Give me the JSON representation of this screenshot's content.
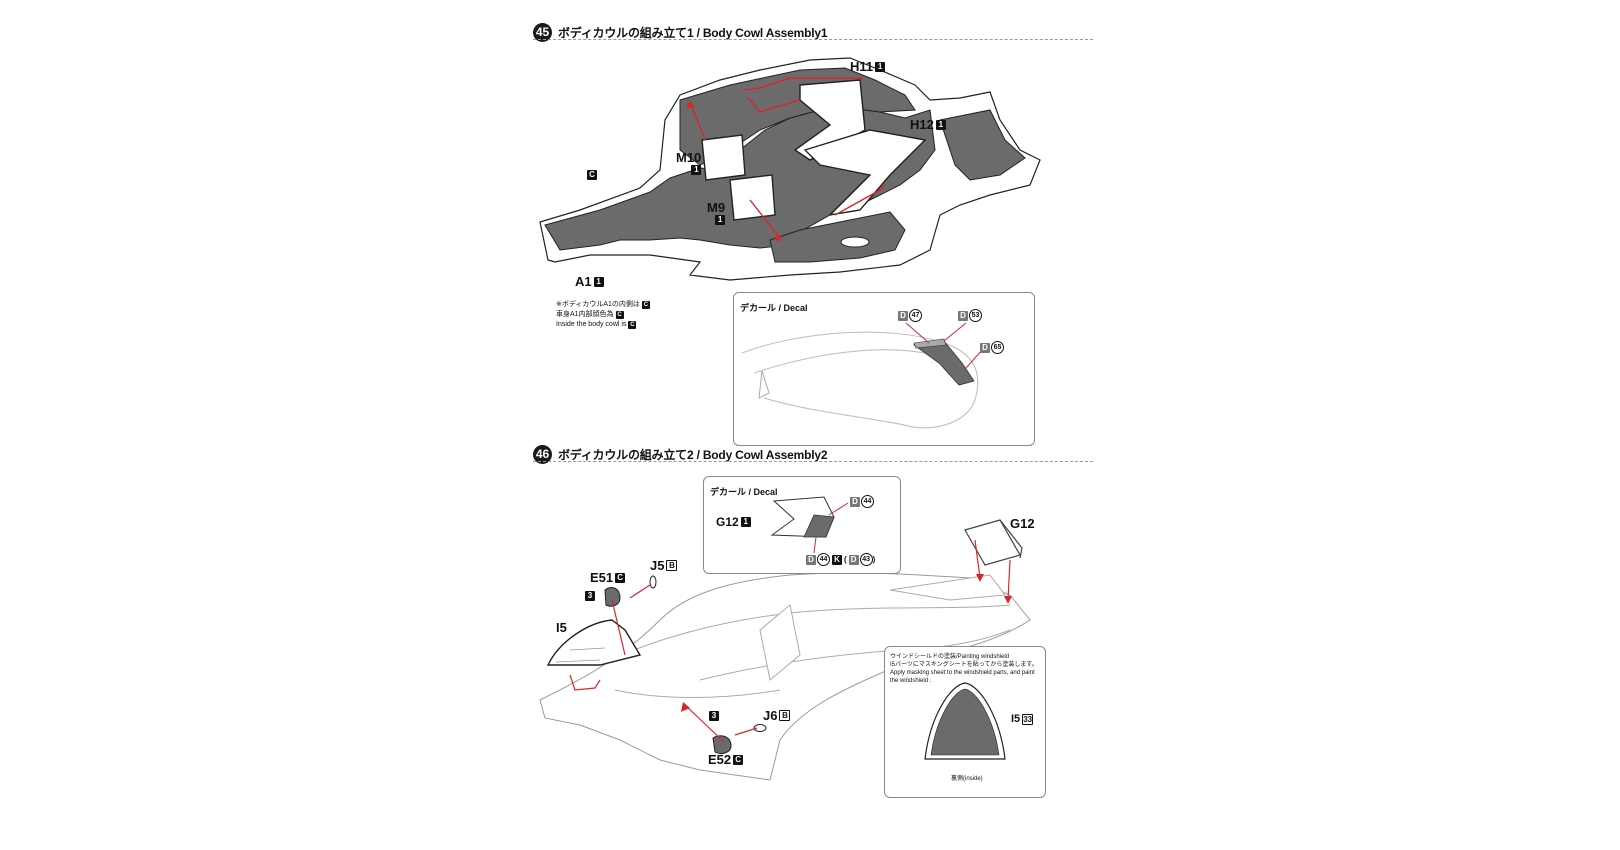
{
  "step45": {
    "number": "45",
    "title": "ボディカウルの組み立て1 / Body Cowl Assembly1",
    "parts": {
      "h11": "H11",
      "h11_tag": "1",
      "h12": "H12",
      "h12_tag": "1",
      "m10": "M10",
      "m10_tag": "1",
      "m9": "M9",
      "m9_tag": "1",
      "c": "C",
      "a1": "A1",
      "a1_tag": "1"
    },
    "note": [
      "※ボディカウルA1の内側は",
      "車身A1内部顔色為",
      "Inside the body cowl is"
    ],
    "note_tag": "C",
    "decal_box": {
      "title": "デカール / Decal",
      "d1": "D",
      "d1_num": "47",
      "d2": "D",
      "d2_num": "53",
      "d3": "D",
      "d3_num": "65"
    }
  },
  "step46": {
    "number": "46",
    "title": "ボディカウルの組み立て2 / Body Cowl Assembly2",
    "decal_box": {
      "title": "デカール / Decal",
      "g12": "G12",
      "g12_tag": "1",
      "d_top": "D",
      "d_top_num": "44",
      "d_bottom_a": "D",
      "d_bottom_a_num": "44",
      "d_bottom_k": "K",
      "d_bottom_b": "D",
      "d_bottom_b_num": "43"
    },
    "parts": {
      "g12": "G12",
      "j5": "J5",
      "j5_tag": "B",
      "e51": "E51",
      "e51_tag": "C",
      "e51_color": "3",
      "i5": "I5",
      "j6": "J6",
      "j6_tag": "B",
      "e52": "E52",
      "e52_tag": "C",
      "e52_color": "3"
    },
    "windshield_box": {
      "line1": "ウインドシールドの塗装/Painting windshield",
      "line2": "I5パーツにマスキングシートを貼ってから塗装します。",
      "line3": "Apply masking sheet to the windshield parts, and paint",
      "line4": "the windshield .",
      "part": "I5",
      "part_tag": "33",
      "inside": "裏側(inside)"
    }
  },
  "colors": {
    "accent_red": "#d8262c",
    "panel_grey": "#6b6b6b",
    "outline": "#222222"
  }
}
